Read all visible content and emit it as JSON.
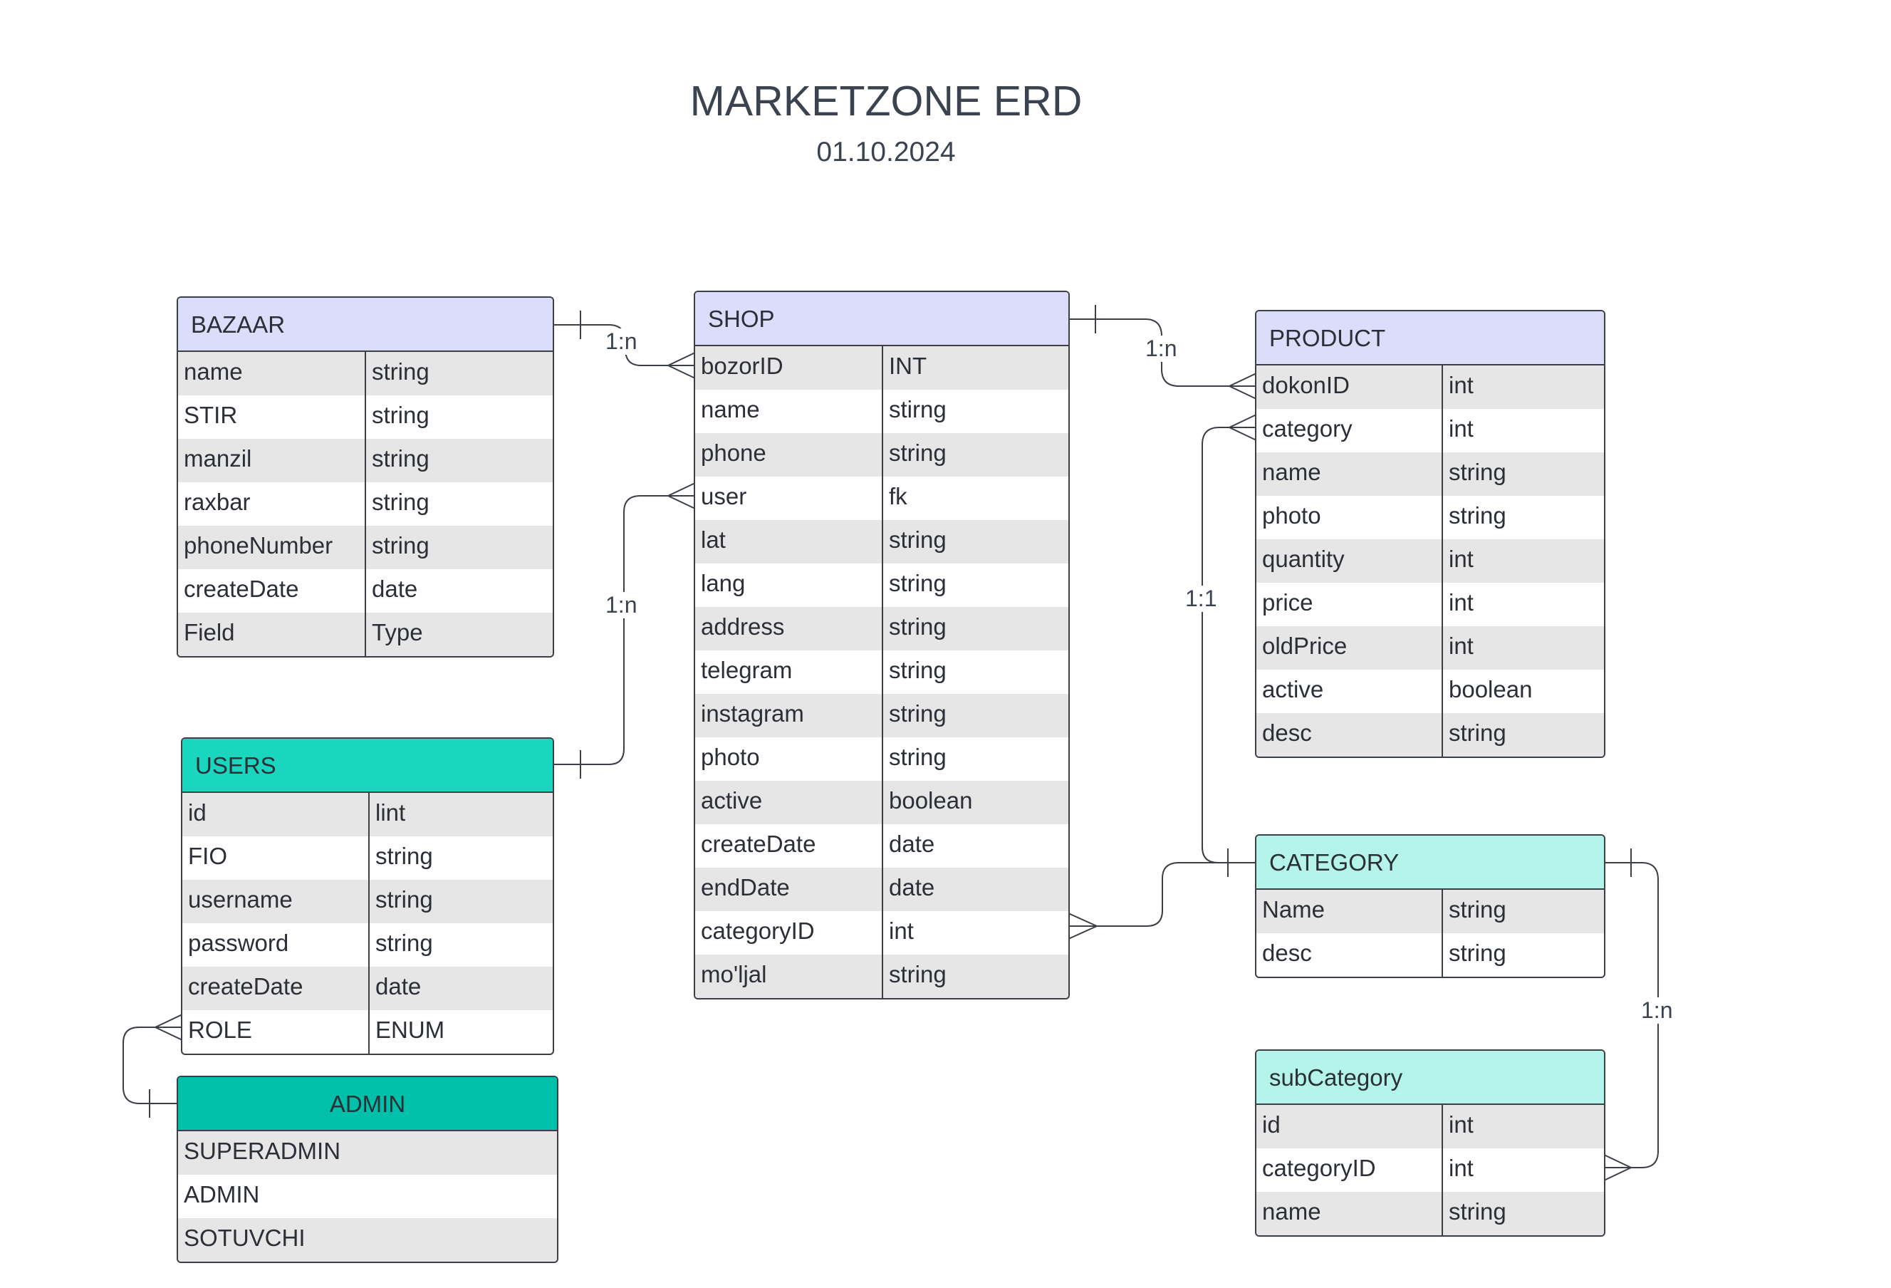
{
  "header": {
    "title": "MARKETZONE ERD",
    "date": "01.10.2024"
  },
  "colors": {
    "purple_header": "#dcdcfb",
    "teal_header": "#1ad6bf",
    "admin_header": "#00c0a9",
    "light_teal_header": "#b5f4ea"
  },
  "entities": {
    "bazaar": {
      "name": "BAZAAR",
      "fields": [
        {
          "name": "name",
          "type": "string"
        },
        {
          "name": "STIR",
          "type": "string"
        },
        {
          "name": "manzil",
          "type": "string"
        },
        {
          "name": "raxbar",
          "type": "string"
        },
        {
          "name": "phoneNumber",
          "type": "string"
        },
        {
          "name": "createDate",
          "type": "date"
        },
        {
          "name": "Field",
          "type": "Type"
        }
      ]
    },
    "users": {
      "name": "USERS",
      "fields": [
        {
          "name": "id",
          "type": "lint"
        },
        {
          "name": "FIO",
          "type": "string"
        },
        {
          "name": "username",
          "type": "string"
        },
        {
          "name": "password",
          "type": "string"
        },
        {
          "name": "createDate",
          "type": "date"
        },
        {
          "name": "ROLE",
          "type": "ENUM"
        }
      ]
    },
    "admin": {
      "name": "ADMIN",
      "values": [
        "SUPERADMIN",
        "ADMIN",
        "SOTUVCHI"
      ]
    },
    "shop": {
      "name": "SHOP",
      "fields": [
        {
          "name": "bozorID",
          "type": "INT"
        },
        {
          "name": "name",
          "type": "stirng"
        },
        {
          "name": "phone",
          "type": "string"
        },
        {
          "name": "user",
          "type": "fk"
        },
        {
          "name": "lat",
          "type": "string"
        },
        {
          "name": "lang",
          "type": "string"
        },
        {
          "name": "address",
          "type": "string"
        },
        {
          "name": "telegram",
          "type": "string"
        },
        {
          "name": "instagram",
          "type": "string"
        },
        {
          "name": "photo",
          "type": "string"
        },
        {
          "name": "active",
          "type": "boolean"
        },
        {
          "name": "createDate",
          "type": "date"
        },
        {
          "name": "endDate",
          "type": "date"
        },
        {
          "name": "categoryID",
          "type": "int"
        },
        {
          "name": "mo'ljal",
          "type": "string"
        }
      ]
    },
    "product": {
      "name": "PRODUCT",
      "fields": [
        {
          "name": "dokonID",
          "type": "int"
        },
        {
          "name": "category",
          "type": "int"
        },
        {
          "name": "name",
          "type": "string"
        },
        {
          "name": "photo",
          "type": "string"
        },
        {
          "name": "quantity",
          "type": "int"
        },
        {
          "name": "price",
          "type": "int"
        },
        {
          "name": "oldPrice",
          "type": "int"
        },
        {
          "name": "active",
          "type": "boolean"
        },
        {
          "name": "desc",
          "type": "string"
        }
      ]
    },
    "category": {
      "name": "CATEGORY",
      "fields": [
        {
          "name": "Name",
          "type": "string"
        },
        {
          "name": "desc",
          "type": "string"
        }
      ]
    },
    "subcategory": {
      "name": "subCategory",
      "fields": [
        {
          "name": "id",
          "type": "int"
        },
        {
          "name": "categoryID",
          "type": "int"
        },
        {
          "name": "name",
          "type": "string"
        }
      ]
    }
  },
  "relations": {
    "bazaar_shop": "1:n",
    "users_shop": "1:n",
    "shop_product": "1:n",
    "category_product": "1:1",
    "category_subcategory": "1:n"
  }
}
